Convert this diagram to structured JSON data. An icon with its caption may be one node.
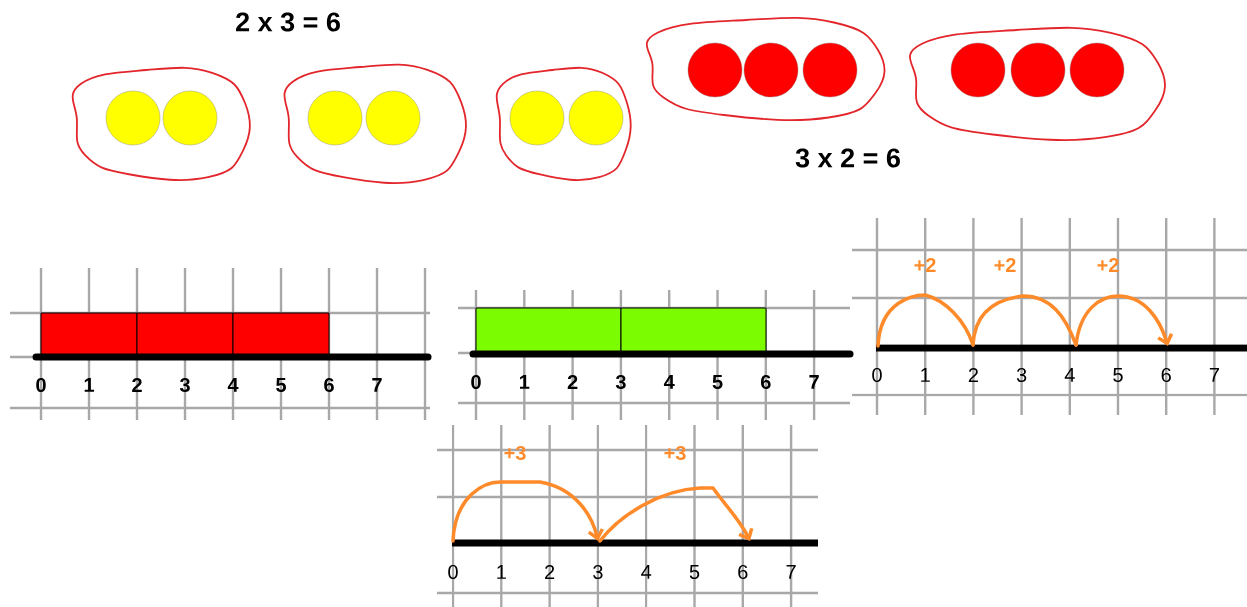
{
  "diagram": {
    "labels": [
      "2 x 3 = 6",
      "3 x 2 = 6",
      "0",
      "1",
      "2",
      "3",
      "4",
      "5",
      "6",
      "7",
      "0",
      "1",
      "2",
      "3",
      "4",
      "5",
      "6",
      "7",
      "+2",
      "+2",
      "+2",
      "0",
      "1",
      "2",
      "3",
      "4",
      "5",
      "6",
      "7",
      "+3",
      "+3",
      "0",
      "1",
      "2",
      "3",
      "4",
      "5",
      "6",
      "7"
    ]
  }
}
